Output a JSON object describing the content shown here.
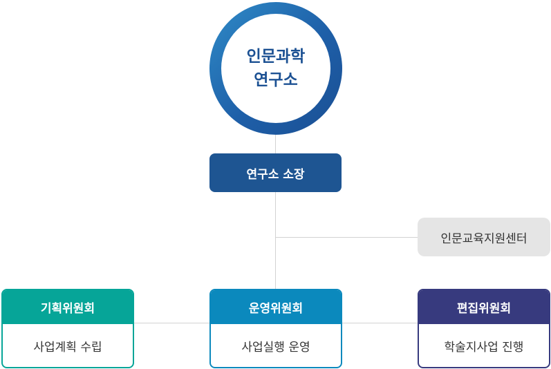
{
  "institute": {
    "line1": "인문과학",
    "line2": "연구소"
  },
  "director": "연구소 소장",
  "support_center": "인문교육지원센터",
  "committees": [
    {
      "title": "기획위원회",
      "role": "사업계획 수립",
      "color": "#06a598"
    },
    {
      "title": "운영위원회",
      "role": "사업실행 운영",
      "color": "#0b89bd"
    },
    {
      "title": "편집위원회",
      "role": "학술지사업 진행",
      "color": "#373a7e"
    }
  ]
}
